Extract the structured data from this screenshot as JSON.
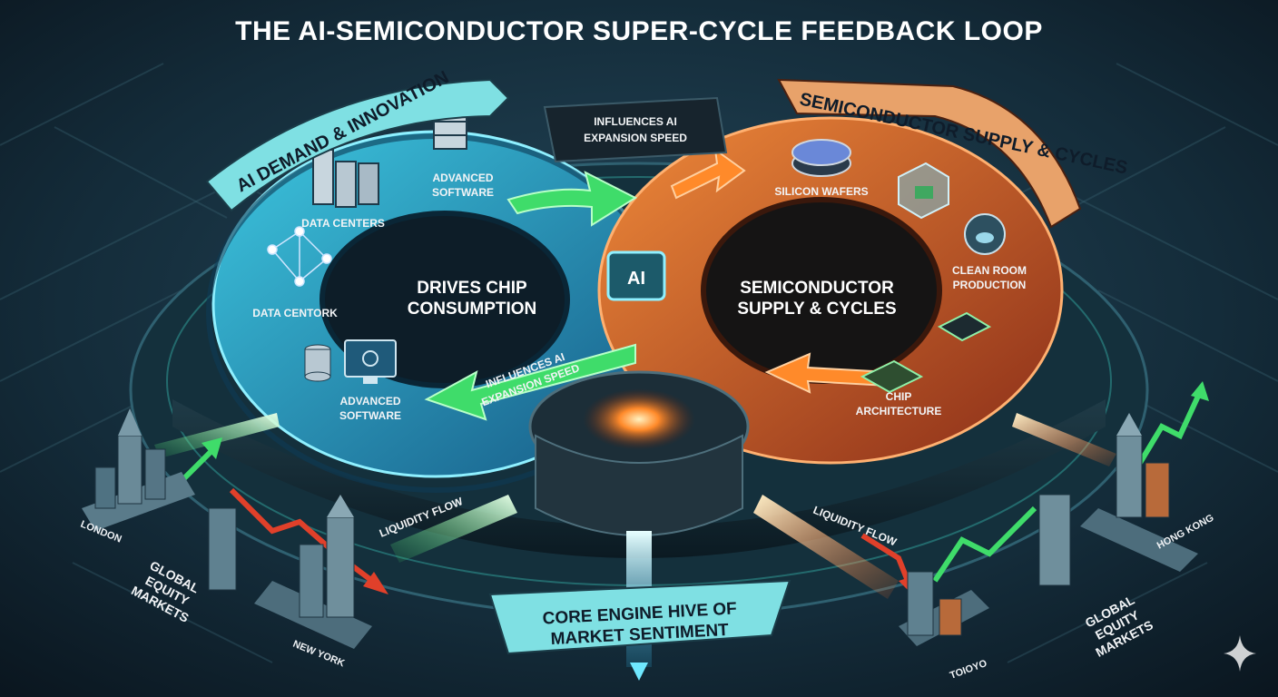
{
  "title": "THE AI-SEMICONDUCTOR SUPER-CYCLE FEEDBACK LOOP",
  "left_loop": {
    "banner": "AI DEMAND & INNOVATION",
    "center": [
      "DRIVES CHIP",
      "CONSUMPTION"
    ],
    "items": {
      "data_centers": "DATA CENTERS",
      "advanced_software_top": [
        "ADVANCED",
        "SOFTWARE"
      ],
      "data_centork": "DATA CENTORK",
      "advanced_software_bottom": [
        "ADVANCED",
        "SOFTWARE"
      ]
    },
    "arrow_label": [
      "INFLUENCES AI",
      "EXPANSION SPEED"
    ]
  },
  "right_loop": {
    "banner": "SEMICONDUCTOR SUPPLY & CYCLES",
    "center": [
      "SEMICONDUCTOR",
      "SUPPLY & CYCLES"
    ],
    "items": {
      "silicon_wafers": "SILICON WAFERS",
      "clean_room": [
        "CLEAN ROOM",
        "PRODUCTION"
      ],
      "chip_architecture": [
        "CHIP",
        "ARCHITECTURE"
      ]
    }
  },
  "top_arrow_label": [
    "INFLUENCES AI",
    "EXPANSION SPEED"
  ],
  "ai_chip_label": "AI",
  "core_engine": [
    "CORE ENGINE HIVE OF",
    "MARKET SENTIMENT"
  ],
  "liquidity_left": "LIQUIDITY FLOW",
  "liquidity_right": "LIQUIDITY FLOW",
  "cities": {
    "london": "LONDON",
    "new_york": "NEW YORK",
    "tokyo": "TOIOYO",
    "hong_kong": "HONG KONG"
  },
  "markets_left": [
    "GLOBAL",
    "EQUITY",
    "MARKETS"
  ],
  "markets_right": [
    "GLOBAL",
    "EQUITY",
    "MARKETS"
  ],
  "colors": {
    "background": "#0e1a24",
    "blue_ring": "#1e8fb8",
    "orange_ring": "#c9582a",
    "green_arrow": "#3fdc6a",
    "red_arrow": "#e0402a",
    "banner_fill": "#7fe0e3"
  },
  "icons": [
    "server-stack-icon",
    "neural-network-icon",
    "monitor-gear-icon",
    "database-icon",
    "silicon-wafer-icon",
    "clean-room-icon",
    "chip-icon",
    "ai-chip-icon",
    "skyscraper-icon",
    "sparkle-icon"
  ]
}
